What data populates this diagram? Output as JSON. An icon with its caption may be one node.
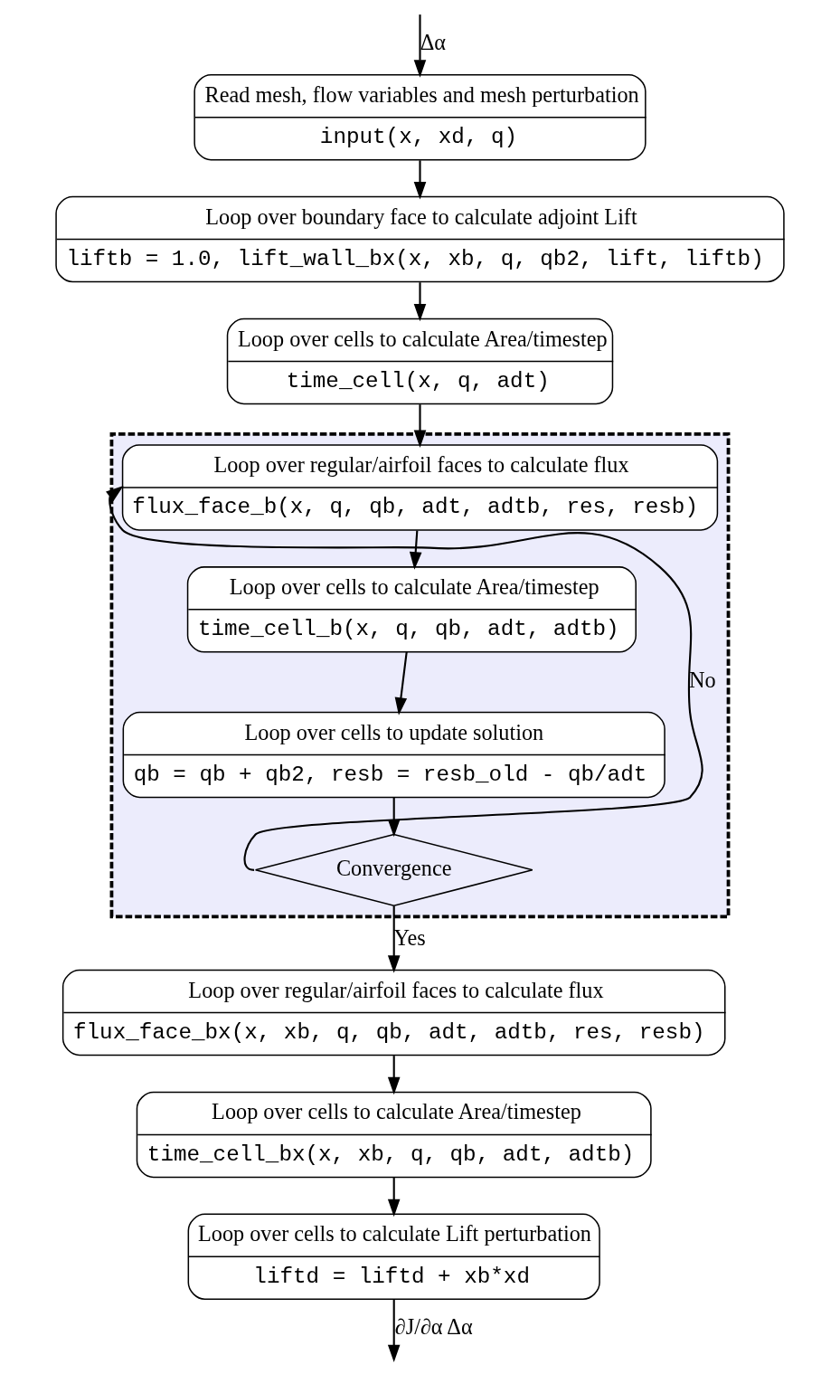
{
  "diagram": {
    "nodes": [
      {
        "text": [
          "Read mesh, flow variables and mesh perturbation",
          "input(x, xd, q)"
        ]
      },
      {
        "text": [
          "Loop over boundary face to calculate adjoint Lift",
          "liftb = 1.0, lift_wall_bx(x, xb, q, qb2, lift, liftb)"
        ]
      },
      {
        "text": [
          "Loop over cells to calculate Area/timestep",
          "time_cell(x, q, adt)"
        ]
      },
      {
        "text": [],
        "shape": "box"
      },
      {
        "text": [
          "Loop over regular/airfoil faces to calculate flux",
          "flux_face_b(x, q, qb, adt, adtb, res, resb)"
        ],
        "in": 3
      },
      {
        "text": [
          "Loop over cells to calculate Area/timestep",
          "time_cell_b(x, q, qb, adt, adtb)"
        ],
        "in": 3
      },
      {
        "text": [
          "Loop over cells to update solution",
          "qb = qb + qb2, resb = resb_old - qb/adt"
        ],
        "in": 3
      },
      {
        "text": [
          "Convergence"
        ],
        "in": 3
      },
      {
        "text": [
          "Loop over regular/airfoil faces to calculate flux",
          "flux_face_bx(x, xb, q, qb, adt, adtb, res, resb)"
        ]
      },
      {
        "text": [
          "Loop over cells to calculate Area/timestep",
          "time_cell_bx(x, xb, q, qb, adt, adtb)"
        ]
      },
      {
        "text": [
          "Loop over cells to calculate Lift perturbation",
          "liftd = liftd + xb*xd"
        ]
      }
    ],
    "edges": [
      {
        "from": null,
        "to": 0,
        "arrow": "to",
        "label": "Δα"
      },
      {
        "from": 0,
        "to": 1,
        "arrow": "to"
      },
      {
        "from": 1,
        "to": 2,
        "arrow": "to"
      },
      {
        "from": 2,
        "to": 4,
        "arrow": "to"
      },
      {
        "from": 4,
        "to": 5,
        "arrow": "to"
      },
      {
        "from": 5,
        "to": 6,
        "arrow": "to"
      },
      {
        "from": 6,
        "to": 7,
        "arrow": "to"
      },
      {
        "from": 7,
        "to": 4,
        "arrow": "to",
        "label": "No"
      },
      {
        "from": 7,
        "to": 8,
        "arrow": "to",
        "label": "Yes"
      },
      {
        "from": 8,
        "to": 9,
        "arrow": "to"
      },
      {
        "from": 9,
        "to": 10,
        "arrow": "to"
      },
      {
        "from": 10,
        "to": null,
        "arrow": "to",
        "label": "∂J/∂α Δα"
      }
    ]
  }
}
